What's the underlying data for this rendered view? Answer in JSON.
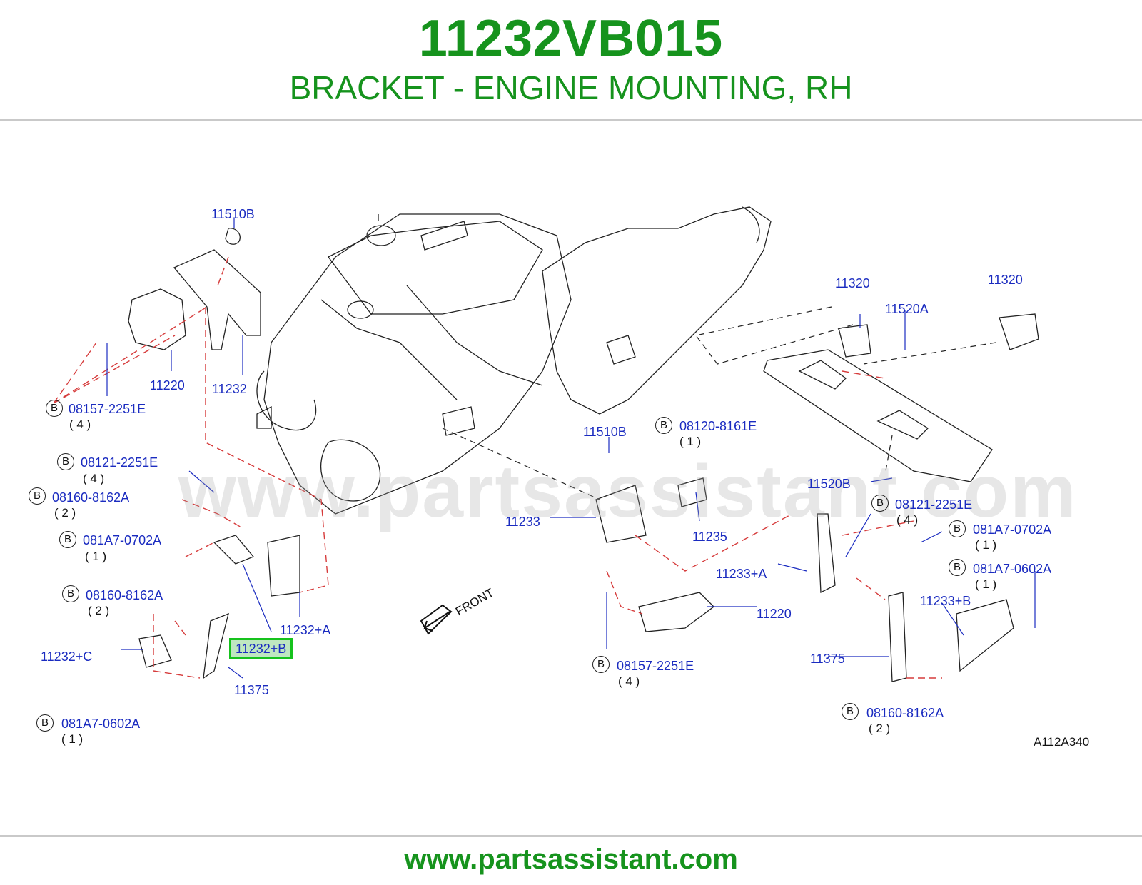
{
  "header": {
    "part_number": "11232VB015",
    "part_title": "BRACKET - ENGINE MOUNTING, RH"
  },
  "footer": {
    "url": "www.partsassistant.com"
  },
  "watermark": "www.partsassistant.com",
  "diagram": {
    "front_label": "FRONT",
    "reference_code": "A112A340",
    "highlighted_part": "11232+B",
    "bolt_symbol": "B",
    "labels": {
      "l_11510b_top": "11510B",
      "l_11220_left": "11220",
      "l_11232": "11232",
      "l_08157_left": "08157-2251E",
      "l_08121_left": "08121-2251E",
      "l_08160_left1": "08160-8162A",
      "l_081a7_0702_left": "081A7-0702A",
      "l_08160_left2": "08160-8162A",
      "l_11232a": "11232+A",
      "l_11232c": "11232+C",
      "l_11375_left": "11375",
      "l_081a7_0602_left": "081A7-0602A",
      "l_11320_a": "11320",
      "l_11320_b": "11320",
      "l_11520a": "11520A",
      "l_11510b_mid": "11510B",
      "l_08120": "08120-8161E",
      "l_11233": "11233",
      "l_11235": "11235",
      "l_11520b": "11520B",
      "l_08121_right": "08121-2251E",
      "l_081a7_0702_right": "081A7-0702A",
      "l_11233a": "11233+A",
      "l_081a7_0602_right": "081A7-0602A",
      "l_11220_right": "11220",
      "l_11233b": "11233+B",
      "l_11375_right": "11375",
      "l_08157_right": "08157-2251E",
      "l_08160_right": "08160-8162A"
    },
    "quantities": {
      "q_08157_left": "( 4 )",
      "q_08121_left": "( 4 )",
      "q_08160_left1": "( 2 )",
      "q_081a7_0702_left": "( 1 )",
      "q_08160_left2": "( 2 )",
      "q_081a7_0602_left": "( 1 )",
      "q_08120": "( 1 )",
      "q_08121_right": "( 4 )",
      "q_081a7_0702_right": "( 1 )",
      "q_081a7_0602_right": "( 1 )",
      "q_08157_right": "( 4 )",
      "q_08160_right": "( 2 )"
    }
  }
}
